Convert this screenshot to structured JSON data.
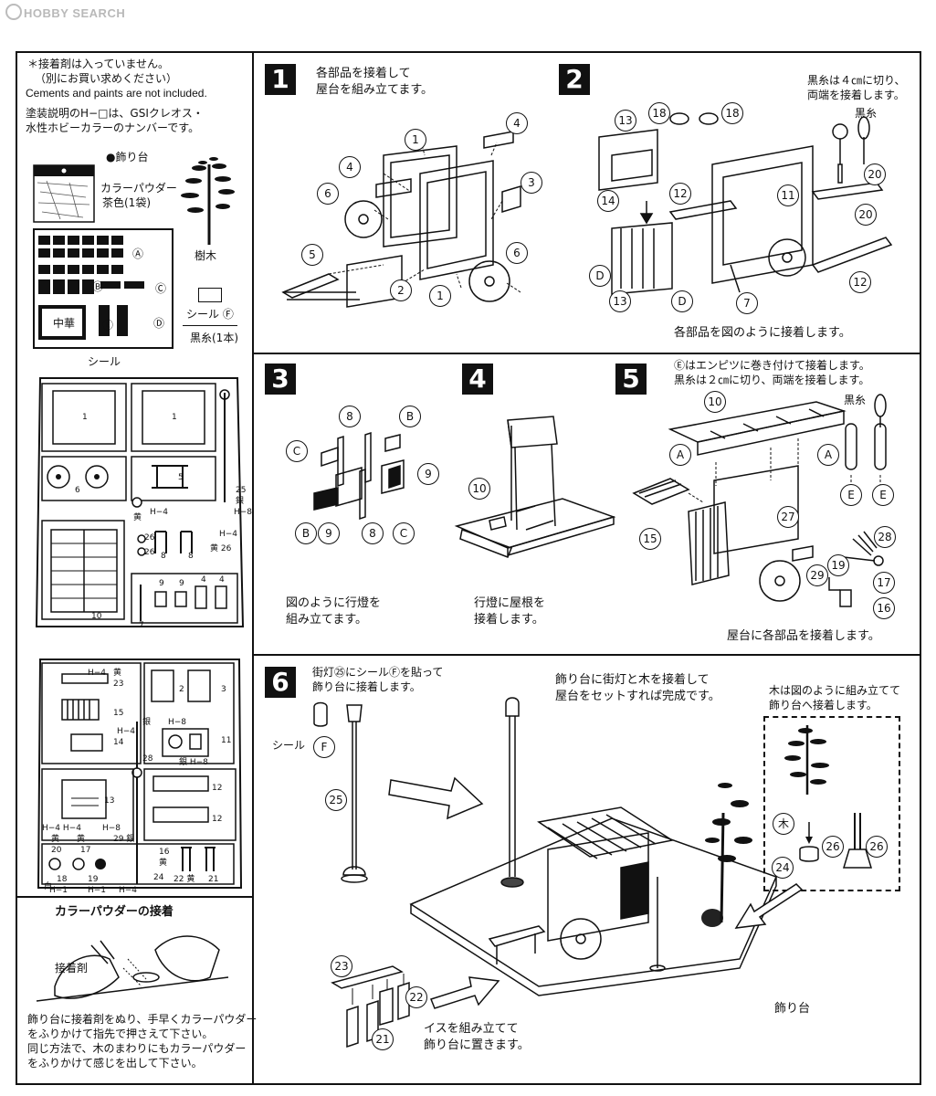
{
  "watermark": "HOBBY SEARCH",
  "left_panel": {
    "note_line1": "＊接着剤は入っていません。",
    "note_line2": "（別にお買い求めください）",
    "note_line3": "Cements and paints are not included.",
    "note_line4": "塗装説明のH−□は、GSIクレオス・",
    "note_line5": "水性ホビーカラーのナンバーです。",
    "display_base_label": "●飾り台",
    "powder_label1": "カラーパウダー",
    "powder_label2": "茶色(1袋)",
    "tree_label": "樹木",
    "seal_label": "シール Ⓕ",
    "black_thread_label": "黒糸(1本)",
    "sticker_sheet_label": "シール",
    "sticker_marks": [
      "Ⓐ",
      "Ⓑ",
      "Ⓒ",
      "Ⓓ",
      "Ⓔ"
    ],
    "runner1_parts": [
      "1",
      "1",
      "6",
      "5",
      "25",
      "銀",
      "H−8",
      "H−4",
      "黄",
      "26",
      "26",
      "8",
      "8",
      "H−4",
      "黄 26",
      "10",
      "7",
      "9",
      "9",
      "4",
      "4"
    ],
    "runner2_parts": [
      "H−4",
      "黄",
      "23",
      "2",
      "3",
      "15",
      "銀",
      "H−8",
      "14",
      "H−4",
      "28",
      "銀 H−8",
      "11",
      "13",
      "12",
      "12",
      "H−4 H−4",
      "H−8",
      "黄",
      "20",
      "黄",
      "17",
      "29 銀",
      "16",
      "黄",
      "24",
      "18",
      "19",
      "22 黄",
      "21",
      "白",
      "H−1",
      "H−1",
      "H−4"
    ],
    "powder_title": "カラーパウダーの接着",
    "adhesive_label": "接着剤",
    "powder_text1": "飾り台に接着剤をぬり、手早くカラーパウダー",
    "powder_text2": "をふりかけて指先で押さえて下さい。",
    "powder_text3": "同じ方法で、木のまわりにもカラーパウダー",
    "powder_text4": "をふりかけて感じを出して下さい。"
  },
  "steps": {
    "s1": {
      "num": "1",
      "text1": "各部品を接着して",
      "text2": "屋台を組み立てます。"
    },
    "s2": {
      "num": "2",
      "note1": "黒糸は４㎝に切り、",
      "note2": "両端を接着します。",
      "thread": "黒糸",
      "caption": "各部品を図のように接着します。"
    },
    "s3": {
      "num": "3",
      "text1": "図のように行燈を",
      "text2": "組み立てます。"
    },
    "s4": {
      "num": "4",
      "text1": "行燈に屋根を",
      "text2": "接着します。"
    },
    "s5": {
      "num": "5",
      "note1": "Ⓔはエンピツに巻き付けて接着します。",
      "note2": "黒糸は２㎝に切り、両端を接着します。",
      "thread": "黒糸",
      "caption": "屋台に各部品を接着します。"
    },
    "s6": {
      "num": "6",
      "note1": "街灯㉕にシールⒻを貼って",
      "note2": "飾り台に接着します。",
      "seal": "シール",
      "center1": "飾り台に街灯と木を接着して",
      "center2": "屋台をセットすれば完成です。",
      "tree_note1": "木は図のように組み立てて",
      "tree_note2": "飾り台へ接着します。",
      "wood": "木",
      "bench1": "イスを組み立てて",
      "bench2": "飾り台に置きます。",
      "base": "飾り台"
    }
  },
  "callouts": {
    "s1": [
      "1",
      "4",
      "4",
      "6",
      "3",
      "5",
      "2",
      "1",
      "6"
    ],
    "s2": [
      "13",
      "18",
      "18",
      "14",
      "12",
      "11",
      "20",
      "20",
      "D",
      "13",
      "D",
      "7",
      "12"
    ],
    "s3": [
      "8",
      "B",
      "C",
      "9",
      "B",
      "9",
      "8",
      "C"
    ],
    "s4": [
      "10"
    ],
    "s5": [
      "10",
      "A",
      "A",
      "E",
      "E",
      "15",
      "27",
      "28",
      "19",
      "29",
      "17",
      "16"
    ],
    "s6": [
      "F",
      "25",
      "24",
      "26",
      "26",
      "23",
      "22",
      "21"
    ]
  }
}
